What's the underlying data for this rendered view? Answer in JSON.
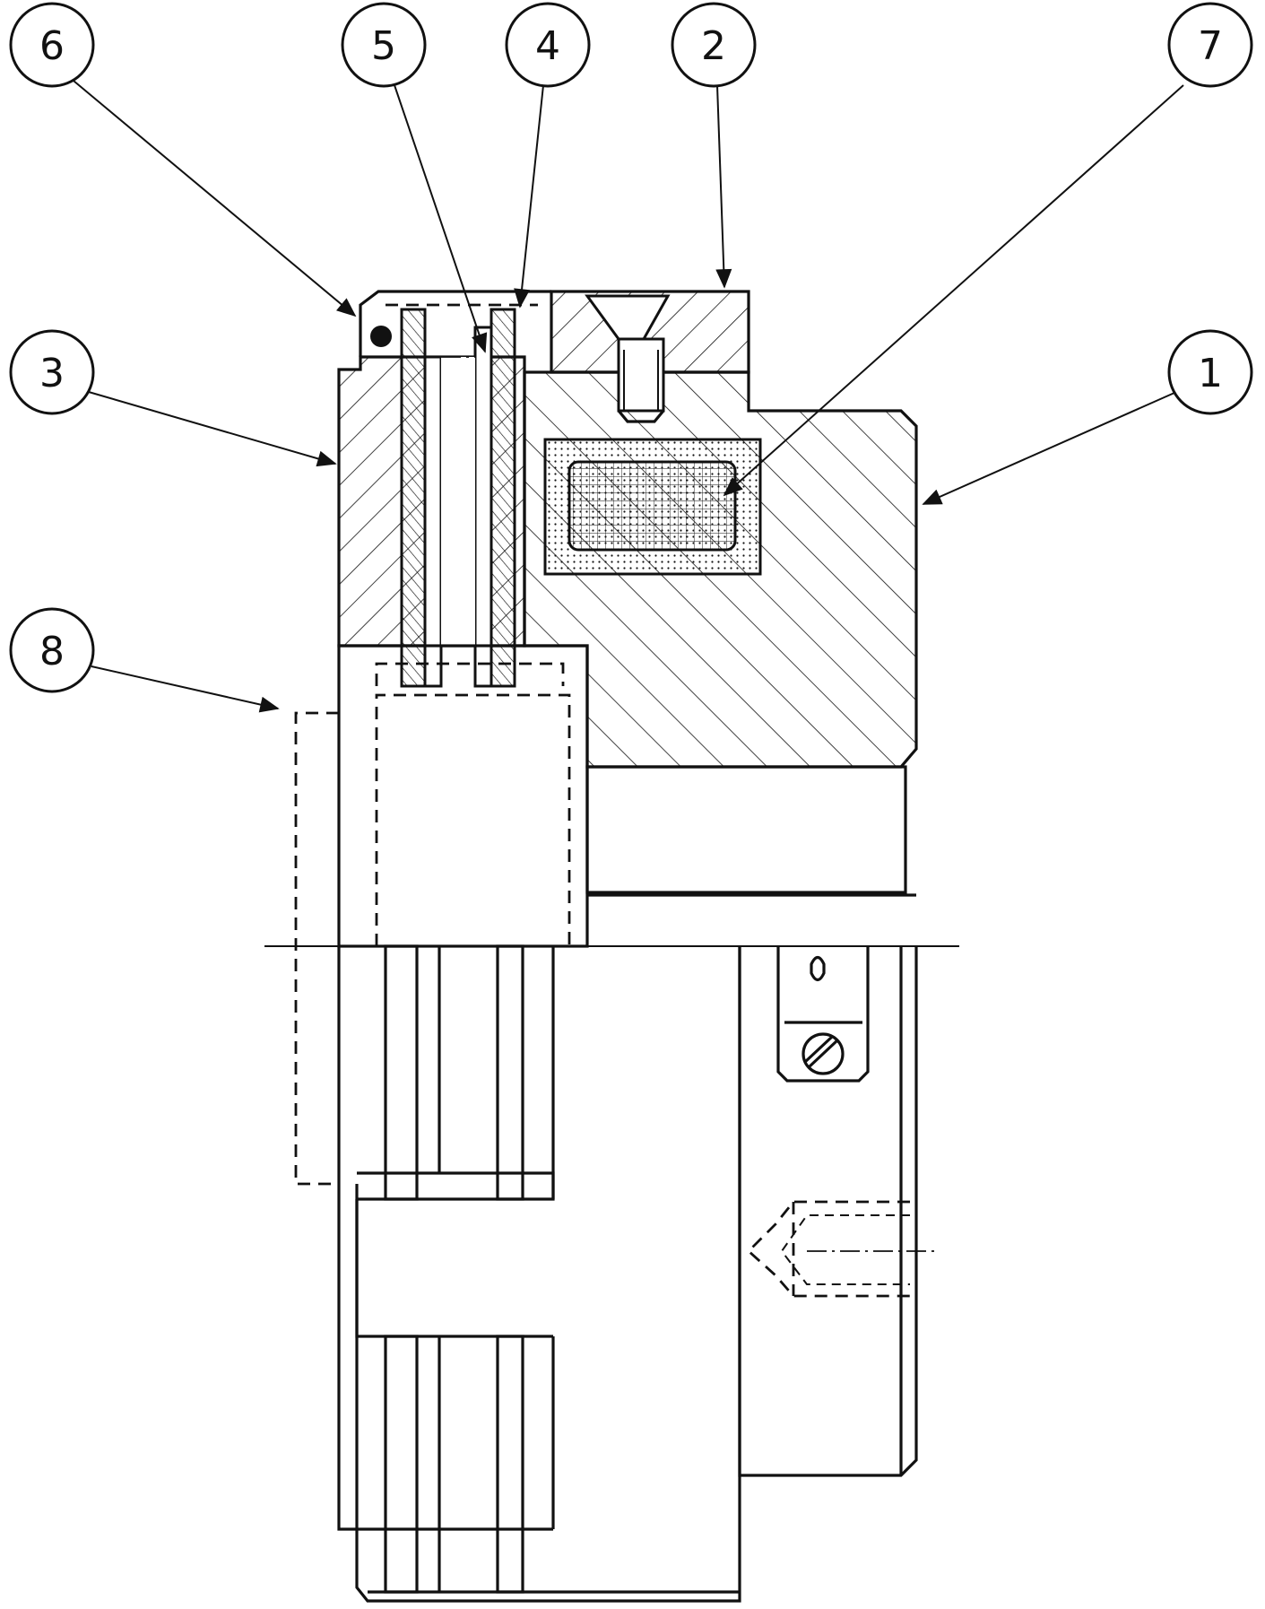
{
  "callouts": [
    {
      "id": "callout-6",
      "label": "6"
    },
    {
      "id": "callout-5",
      "label": "5"
    },
    {
      "id": "callout-4",
      "label": "4"
    },
    {
      "id": "callout-2",
      "label": "2"
    },
    {
      "id": "callout-7",
      "label": "7"
    },
    {
      "id": "callout-3",
      "label": "3"
    },
    {
      "id": "callout-1",
      "label": "1"
    },
    {
      "id": "callout-8",
      "label": "8"
    }
  ]
}
